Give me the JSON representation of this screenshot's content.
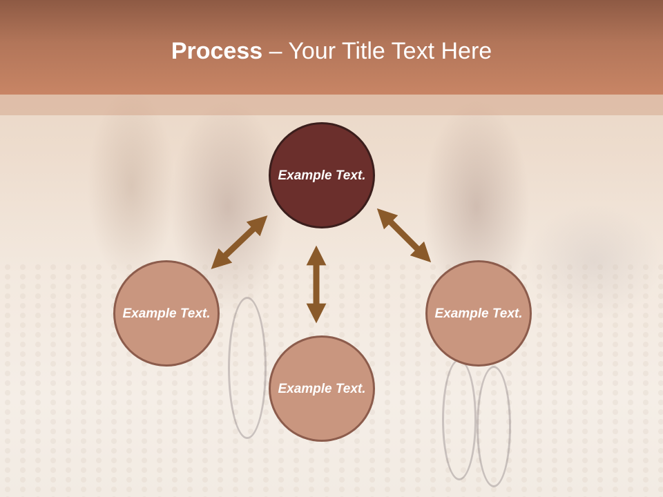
{
  "slide": {
    "title_bold": "Process",
    "title_rest": " – Your Title Text Here"
  },
  "nodes": {
    "top": "Example Text.",
    "left": "Example Text.",
    "right": "Example Text.",
    "bottom": "Example Text."
  },
  "colors": {
    "header": "#b27559",
    "node_primary": "#6b2f2c",
    "node_secondary": "#c9967f",
    "arrow": "#8a5a2a"
  }
}
